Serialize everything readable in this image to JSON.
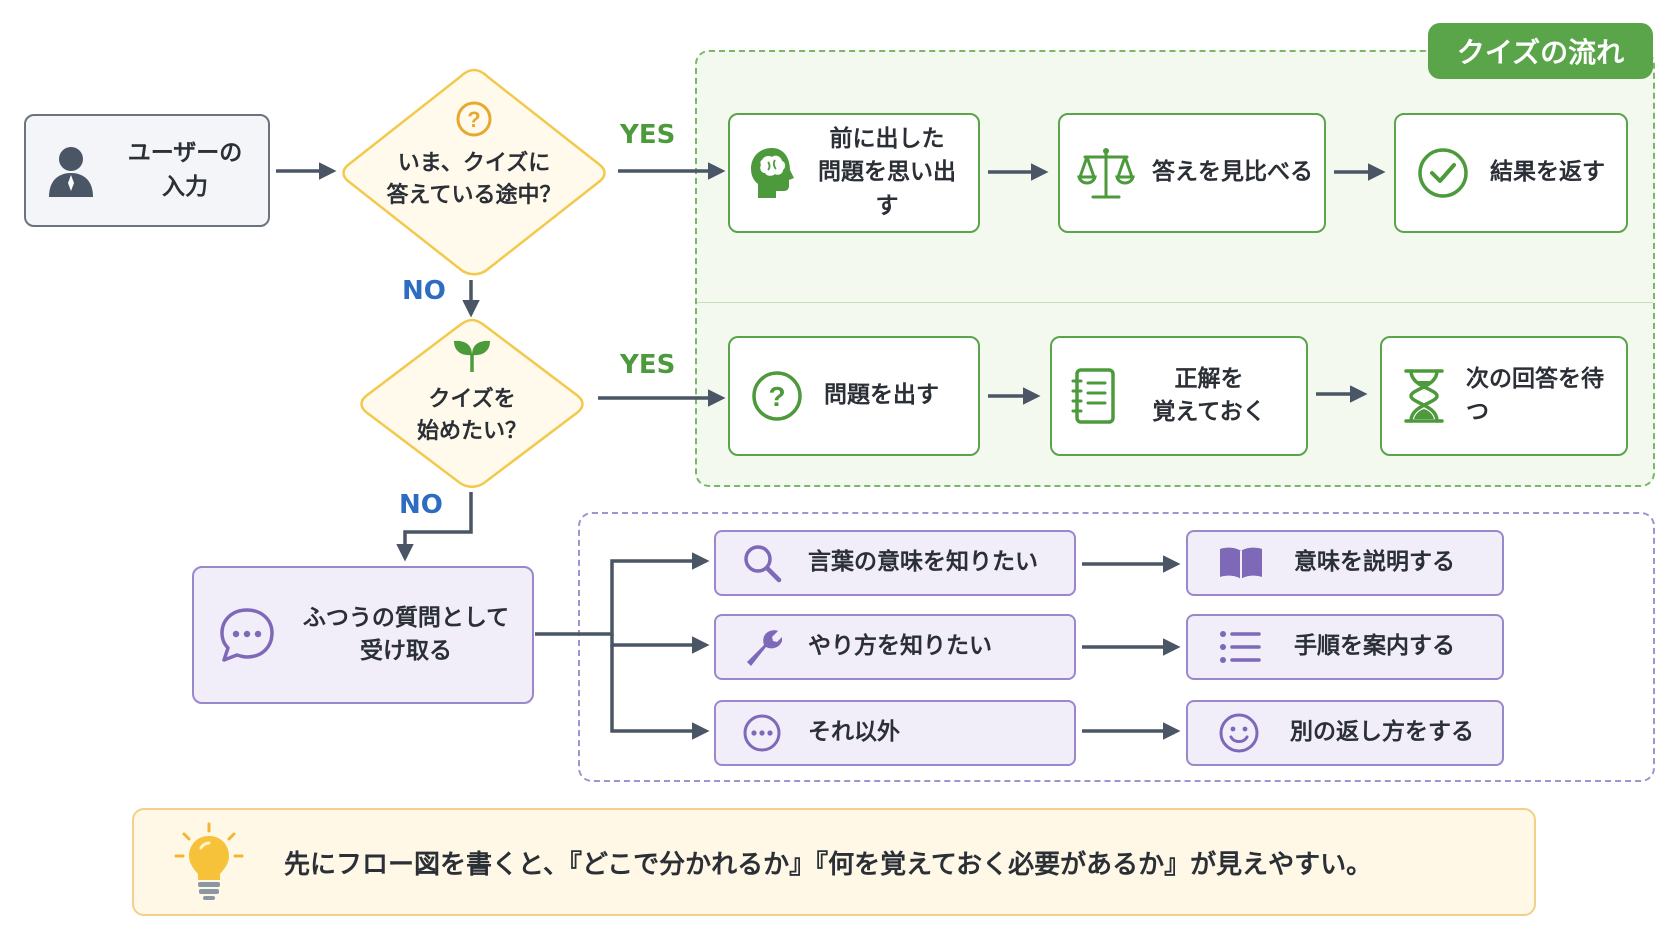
{
  "colors": {
    "quiz_green": "#5aa44a",
    "decision_yellow": "#f2c94c",
    "general_purple": "#9b87cc",
    "arrow_gray": "#4a5565",
    "yes_green": "#4d9a3d",
    "no_blue": "#2d6cc0",
    "tip_yellow": "#fff8e6"
  },
  "regions": {
    "quiz_badge": "クイズの流れ"
  },
  "start": {
    "icon": "user-icon",
    "label_line1": "ユーザーの",
    "label_line2": "入力"
  },
  "decisions": {
    "in_quiz": {
      "icon": "question-circle-icon",
      "line1": "いま、クイズに",
      "line2": "答えている途中？"
    },
    "start_quiz": {
      "icon": "sprout-icon",
      "line1": "クイズを",
      "line2": "始めたい？"
    }
  },
  "edge_labels": {
    "yes": "YES",
    "no": "NO"
  },
  "answer_flow": [
    {
      "icon": "brain-head-icon",
      "line1": "前に出した",
      "line2": "問題を思い出す"
    },
    {
      "icon": "balance-scale-icon",
      "line1": "答えを見比べる",
      "line2": ""
    },
    {
      "icon": "check-circle-icon",
      "line1": "結果を返す",
      "line2": ""
    }
  ],
  "start_flow": [
    {
      "icon": "question-circle-icon",
      "line1": "問題を出す",
      "line2": ""
    },
    {
      "icon": "notebook-icon",
      "line1": "正解を",
      "line2": "覚えておく"
    },
    {
      "icon": "hourglass-icon",
      "line1": "次の回答を待つ",
      "line2": ""
    }
  ],
  "general": {
    "icon": "chat-bubble-icon",
    "line1": "ふつうの質問として",
    "line2": "受け取る"
  },
  "general_branches": [
    {
      "icon": "search-icon",
      "label": "言葉の意味を知りたい",
      "result_icon": "book-icon",
      "result": "意味を説明する"
    },
    {
      "icon": "wrench-icon",
      "label": "やり方を知りたい",
      "result_icon": "list-icon",
      "result": "手順を案内する"
    },
    {
      "icon": "ellipsis-circle-icon",
      "label": "それ以外",
      "result_icon": "smile-icon",
      "result": "別の返し方をする"
    }
  ],
  "tip": {
    "icon": "lightbulb-icon",
    "text": "先にフロー図を書くと、『どこで分かれるか』『何を覚えておく必要があるか』が見えやすい。"
  }
}
